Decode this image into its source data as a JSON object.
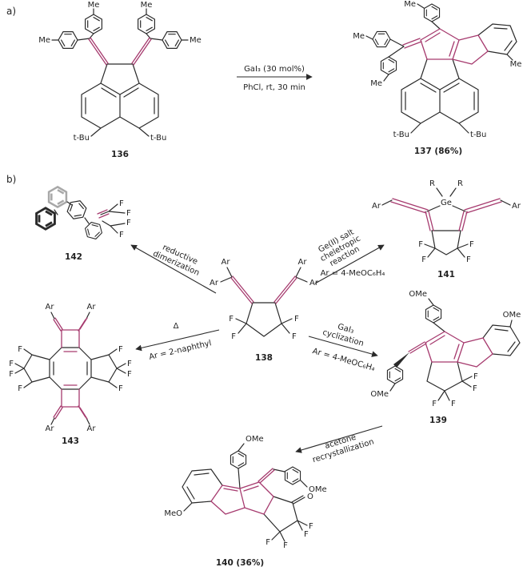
{
  "panel_a": {
    "label": "a)"
  },
  "panel_b": {
    "label": "b)"
  },
  "atoms": {
    "me": "Me",
    "tbu": "t-Bu",
    "f": "F",
    "ar": "Ar",
    "ome": "OMe",
    "meo": "MeO",
    "o": "O",
    "ge": "Ge",
    "r": "R"
  },
  "compounds": {
    "c136": "136",
    "c137": "137 (86%)",
    "c138": "138",
    "c139": "139",
    "c140": "140 (36%)",
    "c141": "141",
    "c142": "142",
    "c143": "143"
  },
  "reaction_a": {
    "line1": "GaI₃ (30 mol%)",
    "line2": "PhCl, rt, 30 min"
  },
  "arrows": {
    "to142": {
      "line1": "reductive",
      "line2": "dimerization"
    },
    "to141": {
      "line1": "Ge(II) salt",
      "line2": "cheletropic",
      "line3": "reaction",
      "note": "Ar = 4-MeOC₆H₄"
    },
    "to143": {
      "line1": "Δ",
      "note": "Ar = 2-naphthyl"
    },
    "to139": {
      "line1": "GaI₃",
      "line2": "cyclization",
      "note": "Ar = 4-MeOC₆H₄"
    },
    "to140": {
      "line1": "acetone",
      "line2": "recrystallization"
    }
  },
  "colors": {
    "bond": "#2a2a2a",
    "highlight": "#a63a6e",
    "gray": "#a8a8a8",
    "background": "#ffffff"
  }
}
